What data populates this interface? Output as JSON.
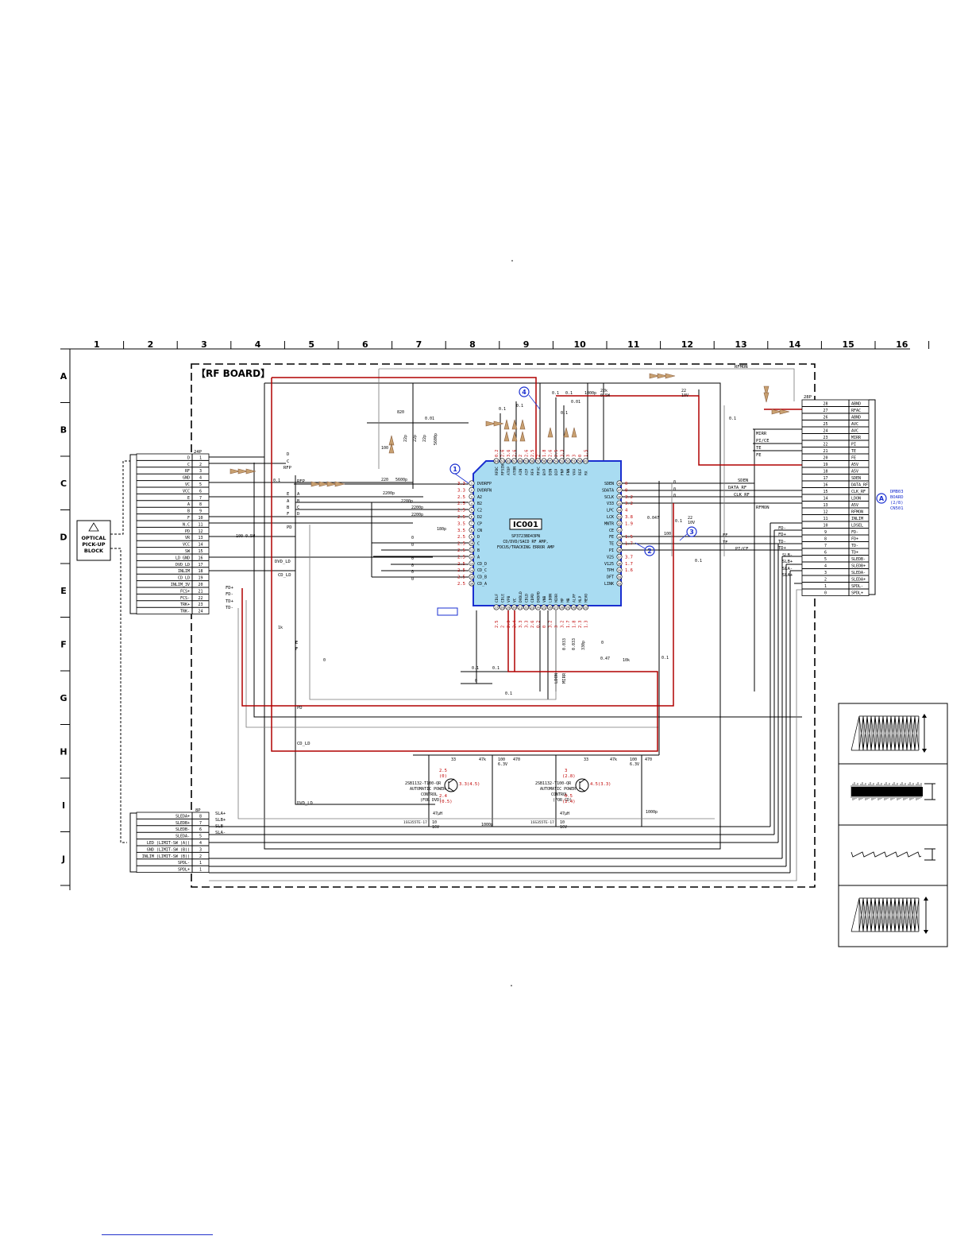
{
  "grid": {
    "columns": [
      "1",
      "2",
      "3",
      "4",
      "5",
      "6",
      "7",
      "8",
      "9",
      "10",
      "11",
      "12",
      "13",
      "14",
      "15",
      "16"
    ],
    "rows": [
      "A",
      "B",
      "C",
      "D",
      "E",
      "F",
      "G",
      "H",
      "I",
      "J"
    ]
  },
  "board_title": "【RF BOARD】",
  "ic": {
    "ref": "IC001",
    "part": "SP3723BD43PN",
    "function_1": "CD/DVD/SACD RF AMP,",
    "function_2": "FOCUS/TRACKING ERROR AMP"
  },
  "markers": [
    "1",
    "2",
    "3",
    "4"
  ],
  "optical_block": {
    "line1": "OPTICAL",
    "line2": "PICK-UP",
    "line3": "BLOCK"
  },
  "connector_24p": {
    "header": "24P",
    "pins": [
      {
        "name": "D",
        "num": "1"
      },
      {
        "name": "C",
        "num": "2"
      },
      {
        "name": "RF",
        "num": "3"
      },
      {
        "name": "GND",
        "num": "4"
      },
      {
        "name": "VC",
        "num": "5"
      },
      {
        "name": "VCC",
        "num": "6"
      },
      {
        "name": "E",
        "num": "7"
      },
      {
        "name": "A",
        "num": "8"
      },
      {
        "name": "B",
        "num": "9"
      },
      {
        "name": "F",
        "num": "10"
      },
      {
        "name": "N.C",
        "num": "11"
      },
      {
        "name": "PD",
        "num": "12"
      },
      {
        "name": "VR",
        "num": "13"
      },
      {
        "name": "VCC",
        "num": "14"
      },
      {
        "name": "SW",
        "num": "15"
      },
      {
        "name": "LD GND",
        "num": "16"
      },
      {
        "name": "DVD LD",
        "num": "17"
      },
      {
        "name": "INLIM",
        "num": "18"
      },
      {
        "name": "CD LD",
        "num": "19"
      },
      {
        "name": "INLIM_3V",
        "num": "20"
      },
      {
        "name": "FCS+",
        "num": "21"
      },
      {
        "name": "FCS-",
        "num": "22"
      },
      {
        "name": "TRK+",
        "num": "23"
      },
      {
        "name": "TRK-",
        "num": "24"
      }
    ]
  },
  "connector_8p": {
    "header": "8P",
    "pins": [
      {
        "name": "SLEDA+",
        "num": "8"
      },
      {
        "name": "SLEDB+",
        "num": "7"
      },
      {
        "name": "SLEDB-",
        "num": "6"
      },
      {
        "name": "SLEDA-",
        "num": "5"
      },
      {
        "name": "LED (LIMIT-SW (A))",
        "num": "4"
      },
      {
        "name": "GND (LIMIT-SW (B))",
        "num": "3"
      },
      {
        "name": "INLIM (LIMIT-SW (B))",
        "num": "2"
      },
      {
        "name": "SPDL-",
        "num": "1"
      },
      {
        "name": "SPDL+",
        "num": "1"
      }
    ]
  },
  "connector_28p": {
    "header": "28P",
    "pins": [
      {
        "num": "28",
        "name": "ABND"
      },
      {
        "num": "27",
        "name": "RFAC"
      },
      {
        "num": "26",
        "name": "ABND"
      },
      {
        "num": "25",
        "name": "AVC"
      },
      {
        "num": "24",
        "name": "AVC"
      },
      {
        "num": "23",
        "name": "MIRR"
      },
      {
        "num": "22",
        "name": "PI"
      },
      {
        "num": "21",
        "name": "TE"
      },
      {
        "num": "20",
        "name": "FE"
      },
      {
        "num": "19",
        "name": "A5V"
      },
      {
        "num": "18",
        "name": "A5V"
      },
      {
        "num": "17",
        "name": "SDEN"
      },
      {
        "num": "16",
        "name": "DATA_RF"
      },
      {
        "num": "15",
        "name": "CLK_RF"
      },
      {
        "num": "14",
        "name": "LDON"
      },
      {
        "num": "13",
        "name": "A5V"
      },
      {
        "num": "12",
        "name": "RFMON"
      },
      {
        "num": "11",
        "name": "INLIM"
      },
      {
        "num": "10",
        "name": "LDSEL"
      },
      {
        "num": "9",
        "name": "FD-"
      },
      {
        "num": "8",
        "name": "FD+"
      },
      {
        "num": "7",
        "name": "TD-"
      },
      {
        "num": "6",
        "name": "TD+"
      },
      {
        "num": "5",
        "name": "SLEDB-"
      },
      {
        "num": "4",
        "name": "SLEDB+"
      },
      {
        "num": "3",
        "name": "SLEDA-"
      },
      {
        "num": "2",
        "name": "SLEDA+"
      },
      {
        "num": "1",
        "name": "SPDL-"
      },
      {
        "num": "0",
        "name": "SPDL+"
      }
    ]
  },
  "dmb_ref": {
    "circle": "A",
    "line1": "DMB03",
    "line2": "BOARD",
    "line3": "(2/8)",
    "line4": "CN501"
  },
  "left_pins": [
    {
      "num": "1",
      "name": "DVDRFP",
      "v": "3.3"
    },
    {
      "num": "2",
      "name": "DVDRFN",
      "v": "3.3"
    },
    {
      "num": "3",
      "name": "A2",
      "v": "2.5"
    },
    {
      "num": "4",
      "name": "B2",
      "v": "2.5"
    },
    {
      "num": "5",
      "name": "C2",
      "v": "2.5"
    },
    {
      "num": "6",
      "name": "D2",
      "v": "2.5"
    },
    {
      "num": "7",
      "name": "CP",
      "v": "3.5"
    },
    {
      "num": "8",
      "name": "CN",
      "v": "3.5"
    },
    {
      "num": "9",
      "name": "D",
      "v": "2.5"
    },
    {
      "num": "10",
      "name": "C",
      "v": "2.5"
    },
    {
      "num": "11",
      "name": "B",
      "v": "2.5"
    },
    {
      "num": "12",
      "name": "A",
      "v": "2.5"
    },
    {
      "num": "13",
      "name": "CD_D",
      "v": "2.5"
    },
    {
      "num": "14",
      "name": "CD_C",
      "v": "2.5"
    },
    {
      "num": "15",
      "name": "CD_B",
      "v": "2.5"
    },
    {
      "num": "16",
      "name": "CD_A",
      "v": "2.5"
    }
  ],
  "right_pins": [
    {
      "num": "48",
      "name": "SDEN",
      "v": "0"
    },
    {
      "num": "47",
      "name": "SDATA",
      "v": "0"
    },
    {
      "num": "46",
      "name": "SCLK",
      "v": "3.2"
    },
    {
      "num": "45",
      "name": "V33",
      "v": "3.2"
    },
    {
      "num": "44",
      "name": "LPC",
      "v": "4"
    },
    {
      "num": "43",
      "name": "LCK",
      "v": "3.8"
    },
    {
      "num": "42",
      "name": "MNTR",
      "v": "1.9"
    },
    {
      "num": "41",
      "name": "CE",
      "v": ""
    },
    {
      "num": "40",
      "name": "FE",
      "v": "1.5"
    },
    {
      "num": "39",
      "name": "TE",
      "v": "1.7"
    },
    {
      "num": "38",
      "name": "PI",
      "v": ""
    },
    {
      "num": "37",
      "name": "V2S",
      "v": "3.7"
    },
    {
      "num": "36",
      "name": "V125",
      "v": "1.7"
    },
    {
      "num": "35",
      "name": "TPH",
      "v": "1.6"
    },
    {
      "num": "34",
      "name": "DFT",
      "v": ""
    },
    {
      "num": "33",
      "name": "LINK",
      "v": ""
    }
  ],
  "top_pins": [
    {
      "num": "64",
      "name": "RFDC",
      "v": "0.2"
    },
    {
      "num": "63",
      "name": "RFSIN",
      "v": "2.6"
    },
    {
      "num": "62",
      "name": "ATOP",
      "v": "3.6"
    },
    {
      "num": "61",
      "name": "ATON",
      "v": "2.6"
    },
    {
      "num": "60",
      "name": "AIN",
      "v": "2"
    },
    {
      "num": "59",
      "name": "AIP",
      "v": "2.6"
    },
    {
      "num": "58",
      "name": "RFA",
      "v": "2.5"
    },
    {
      "num": "57",
      "name": "RFAC",
      "v": "2"
    },
    {
      "num": "56",
      "name": "BYP",
      "v": "1.8"
    },
    {
      "num": "55",
      "name": "DIN",
      "v": "2.6"
    },
    {
      "num": "54",
      "name": "DIP",
      "v": "2.5"
    },
    {
      "num": "53",
      "name": "FNP",
      "v": "3.3"
    },
    {
      "num": "52",
      "name": "FNN",
      "v": "3"
    },
    {
      "num": "51",
      "name": "VAA",
      "v": "3"
    },
    {
      "num": "50",
      "name": "REF",
      "v": "0"
    },
    {
      "num": "49",
      "name": "RX",
      "v": "1.5"
    }
  ],
  "bottom_pins": [
    {
      "num": "17",
      "name": "CDLF",
      "v": "2.5"
    },
    {
      "num": "18",
      "name": "CDLE",
      "v": "2"
    },
    {
      "num": "19",
      "name": "VPB",
      "v": "2.3"
    },
    {
      "num": "20",
      "name": "VC",
      "v": "2.4"
    },
    {
      "num": "21",
      "name": "DVDLD",
      "v": "3.3"
    },
    {
      "num": "22",
      "name": "CDLD",
      "v": "3.3"
    },
    {
      "num": "23",
      "name": "CDPD",
      "v": "2.6"
    },
    {
      "num": "24",
      "name": "DVDPD",
      "v": "0.2"
    },
    {
      "num": "25",
      "name": "VNB",
      "v": "0"
    },
    {
      "num": "26",
      "name": "LDON",
      "v": "3.2"
    },
    {
      "num": "27",
      "name": "MIRR",
      "v": "3"
    },
    {
      "num": "28",
      "name": "MP",
      "v": "3.2"
    },
    {
      "num": "29",
      "name": "MB",
      "v": "1.7"
    },
    {
      "num": "30",
      "name": "ALPF",
      "v": "1.8"
    },
    {
      "num": "31",
      "name": "MLP",
      "v": "2.3"
    },
    {
      "num": "32",
      "name": "MEVO",
      "v": "1.3"
    }
  ],
  "apc_dvd": {
    "part": "2SB1132-T100-QR",
    "line1": "AUTOMATIC POWER",
    "line2": "CONTROL",
    "line3": "(FOR DVD)",
    "v_top": "2.5",
    "v_top2": "(0)",
    "v_emit": "3.3(4.5)",
    "v_bot": "2.4",
    "v_bot2": "(0.5)"
  },
  "apc_cd": {
    "part": "2SB1132-T100-QR",
    "line1": "AUTOMATIC POWER",
    "line2": "CONTROL",
    "line3": "(FOR CD)",
    "v_top": "3",
    "v_top2": "(2.8)",
    "v_emit": "4.5(3.3)",
    "v_bot": "0.5",
    "v_bot2": "(2.4)"
  },
  "diodes": {
    "dvd": "1SS355TE-17",
    "cd": "1SS355TE-17"
  },
  "net_labels": {
    "rfmon": "RFMON",
    "sden": "SDEN",
    "data_rf": "DATA_RF",
    "clk_rf": "CLK_RF",
    "mirr": "MIRR",
    "pi_ce": "PI/CE",
    "te": "TE",
    "fe": "FE",
    "rfp": "RFP",
    "pd": "PD",
    "dvd_ld": "DVD_LD",
    "cd_ld": "CD_LD",
    "ldon": "LDON",
    "e": "E",
    "f": "F",
    "a": "A",
    "b": "B",
    "c": "C",
    "d": "D",
    "rf": "RF",
    "fd_minus": "FD-",
    "fd_plus": "FD+",
    "td_minus": "TD-",
    "td_plus": "TD+",
    "slb_minus": "SLB-",
    "slb_plus": "SLB+",
    "sla_minus": "SLA-",
    "sla_plus": "SLA+",
    "fcs_p": "FD+",
    "fcs_m": "FD-",
    "trk_p": "TD+",
    "trk_m": "TD-"
  },
  "components": {
    "r820": "820",
    "c001a": "0.01",
    "r100": "100",
    "r220": "220",
    "c5600p": "5600p",
    "c2200p": "2200p",
    "c22p": "22p",
    "c5600p2": "5600p",
    "c01": "0.1",
    "c0047": "0.047",
    "c22_10v": "22",
    "v10v": "10V",
    "c180p": "180p",
    "r1k": "1k",
    "r0": "0",
    "c1000p": "1000p",
    "c47k": "47k",
    "c100": "100",
    "c6_3v": "6.3V",
    "c47h": "47μH",
    "c10_16v": "10",
    "v16v": "16V",
    "r33": "33",
    "r470": "470",
    "c330p": "330p",
    "c047": "0.47",
    "r10k": "10k",
    "c0033": "0.033",
    "r1005": "100 0.5W",
    "r1000p": "1000p",
    "c22k": "22k",
    "c0_5w": "0.5W",
    "c1000pb": "1000p",
    "c001b": "0.01"
  }
}
